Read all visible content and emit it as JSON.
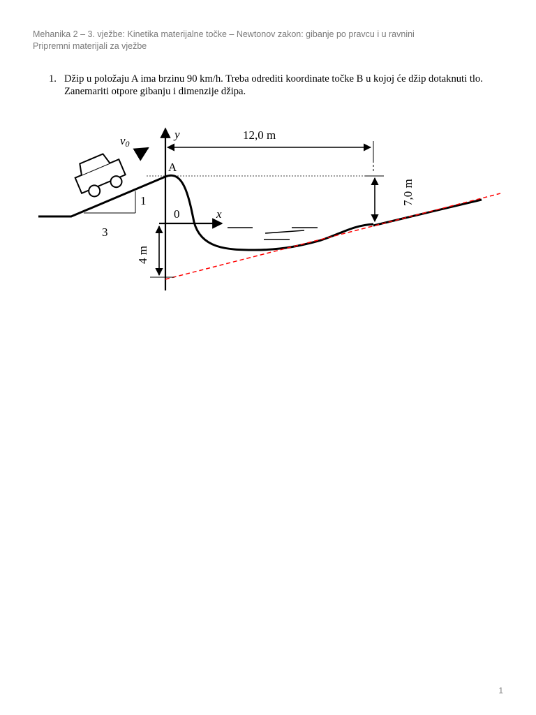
{
  "header": {
    "line1": "Mehanika 2 – 3. vježbe: Kinetika materijalne točke – Newtonov zakon: gibanje po pravcu i u ravnini",
    "line2": "Pripremni materijali za vježbe"
  },
  "problem": {
    "number": "1.",
    "text": "Džip u položaju A ima brzinu 90 km/h. Treba odrediti koordinate točke B u kojoj će džip dotaknuti tlo. Zanemariti otpore gibanju i dimenzije džipa."
  },
  "figure": {
    "label_v0": "v",
    "label_v0_sub": "0",
    "label_y": "y",
    "label_x": "x",
    "label_A": "A",
    "label_origin": "0",
    "slope_rise": "1",
    "slope_run": "3",
    "dim_horizontal": "12,0 m",
    "dim_vertical": "7,0 m",
    "dim_depth": "4 m",
    "dashed_line_color": "#ff0000"
  },
  "page_number": "1"
}
